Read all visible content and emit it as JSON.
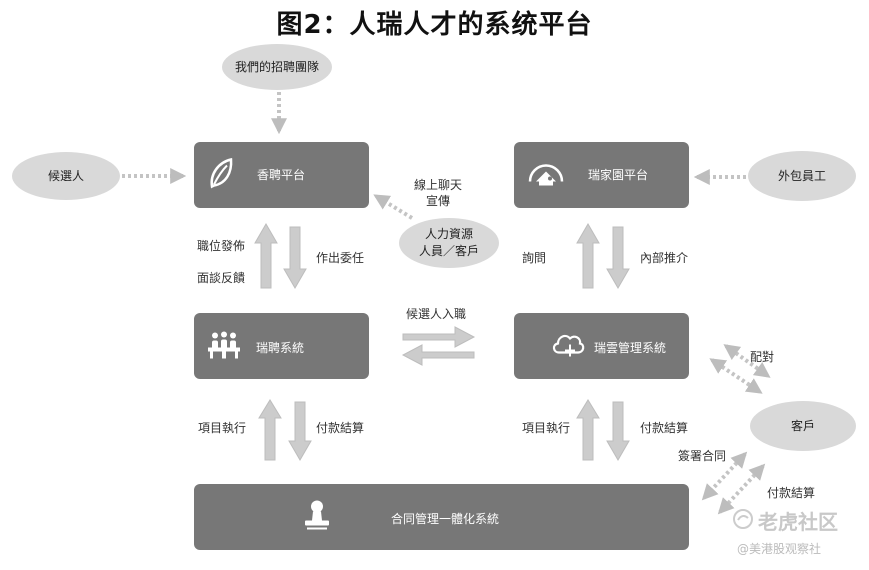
{
  "title": "图2：人瑞人才的系统平台",
  "nodes": {
    "team": "我們的招聘團隊",
    "candidate": "候選人",
    "hr_customer": "人力資源\n人員／客戶",
    "outsourced": "外包員工",
    "customer": "客戶"
  },
  "boxes": {
    "xiangpin": "香聘平台",
    "ruijia": "瑞家園平台",
    "ruipin": "瑞聘系統",
    "ruiyun": "瑞雲管理系統",
    "contract": "合同管理一體化系統"
  },
  "labels": {
    "online_chat": "線上聊天",
    "promote": "宣傳",
    "post_job": "職位發佈",
    "interview_feedback": "面談反饋",
    "issue_mandate": "作出委任",
    "inquiry": "詢問",
    "internal_referral": "內部推介",
    "onboarding": "候選人入職",
    "project_exec_left": "項目執行",
    "payment_left": "付款結算",
    "project_exec_right": "項目執行",
    "payment_right": "付款結算",
    "matching": "配對",
    "sign_contract": "簽署合同",
    "payment_customer": "付款結算"
  },
  "watermark": {
    "brand": "老虎社区",
    "handle": "@美港股观察社"
  },
  "colors": {
    "box": "#777777",
    "ellipse": "#d9d9d9",
    "arrow": "#cccccc"
  }
}
